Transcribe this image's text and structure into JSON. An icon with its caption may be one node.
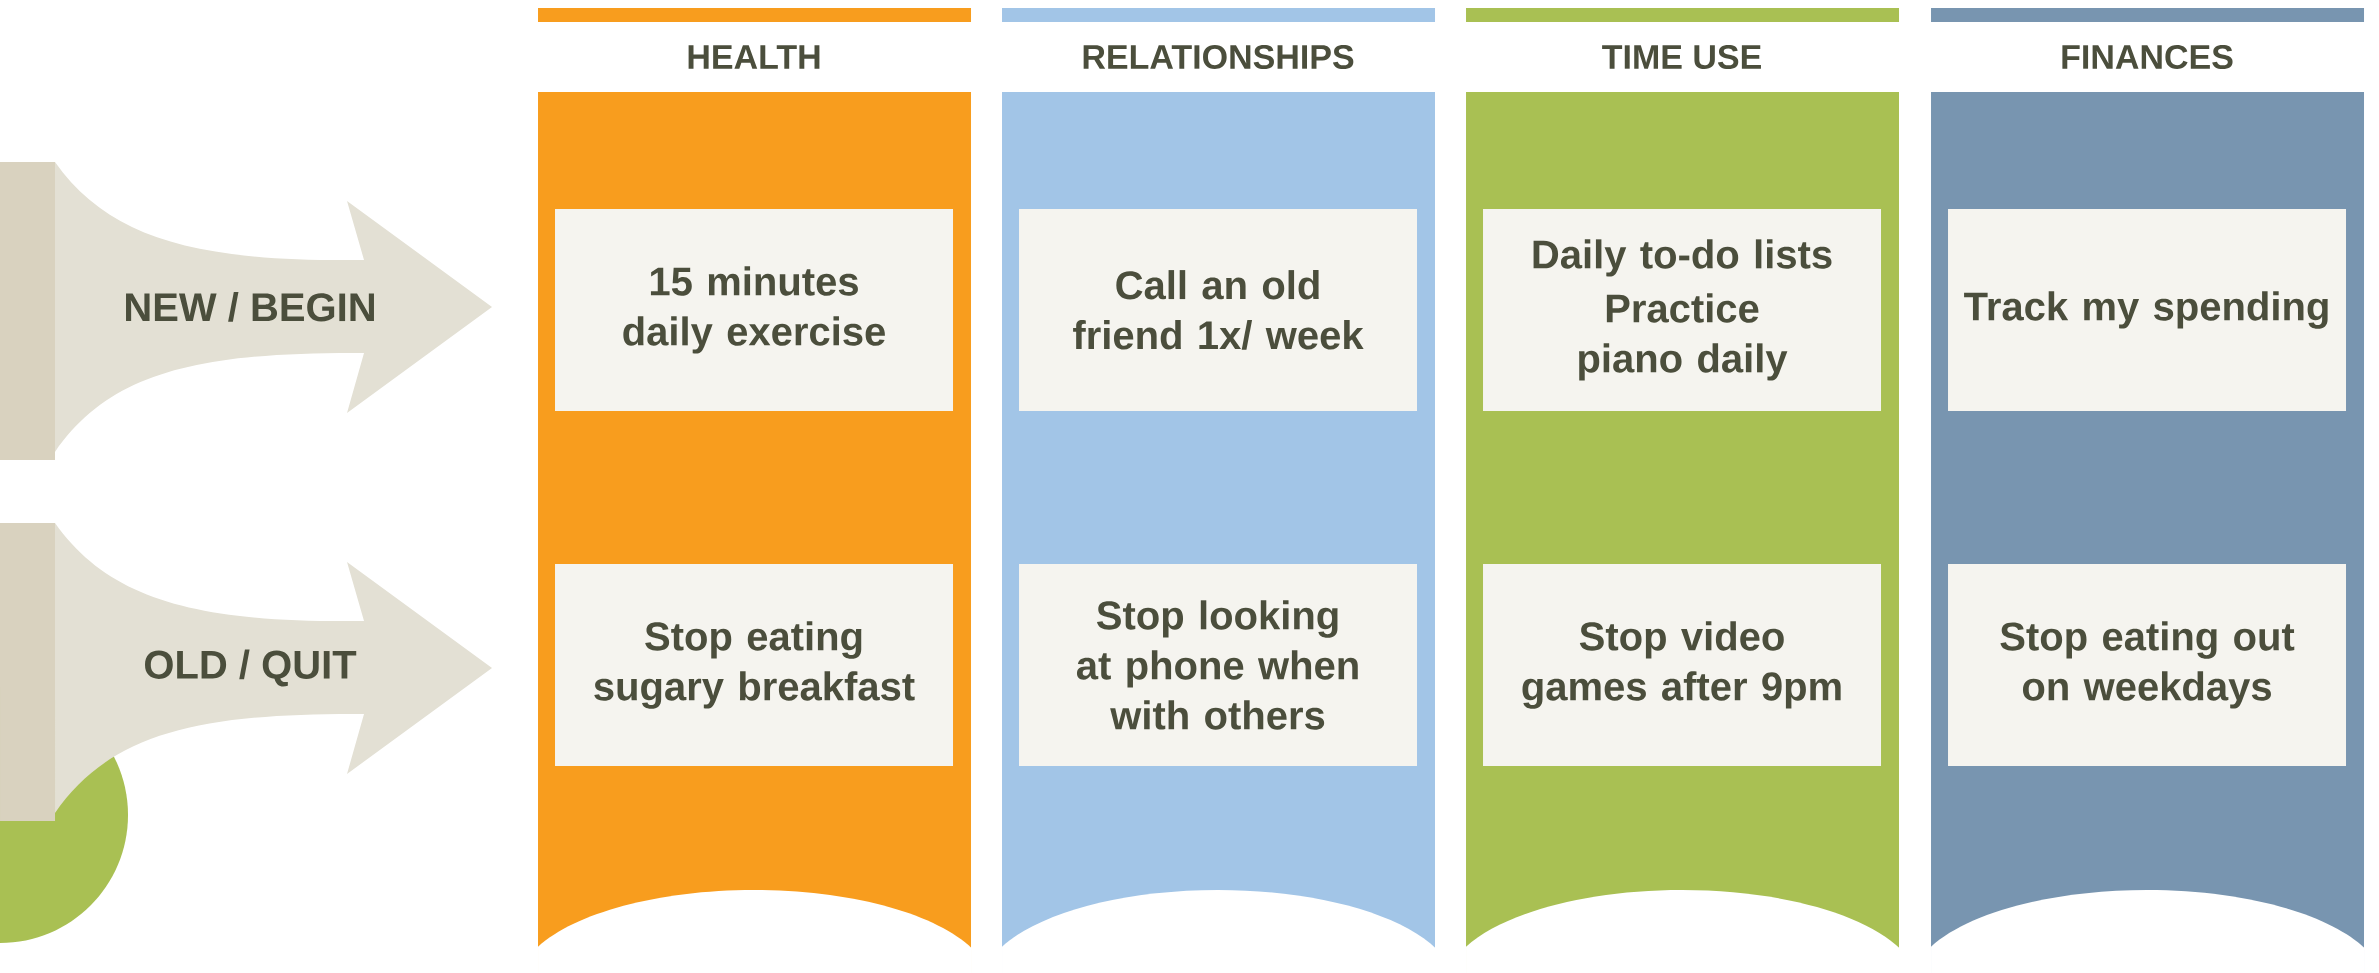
{
  "diagram": {
    "nodes": [
      {
        "text": [
          "NEW / BEGIN"
        ]
      },
      {
        "text": [
          "OLD / QUIT"
        ]
      },
      {
        "text": [
          "HEALTH"
        ]
      },
      {
        "text": [
          "15 minutes daily exercise"
        ],
        "in": 2
      },
      {
        "text": [
          "Stop eating sugary breakfast"
        ],
        "in": 2
      },
      {
        "text": [
          "RELATIONSHIPS"
        ]
      },
      {
        "text": [
          "Call an old friend 1x/ week"
        ],
        "in": 5
      },
      {
        "text": [
          "Stop looking at phone when with others"
        ],
        "in": 5
      },
      {
        "text": [
          "TIME USE"
        ]
      },
      {
        "text": [
          "Daily to-do lists",
          "Practice piano daily"
        ],
        "in": 8
      },
      {
        "text": [
          "Stop video games after 9pm"
        ],
        "in": 8
      },
      {
        "text": [
          "FINANCES"
        ]
      },
      {
        "text": [
          "Track my spending"
        ],
        "in": 11
      },
      {
        "text": [
          "Stop eating out on weekdays"
        ],
        "in": 11
      }
    ],
    "edges": []
  }
}
